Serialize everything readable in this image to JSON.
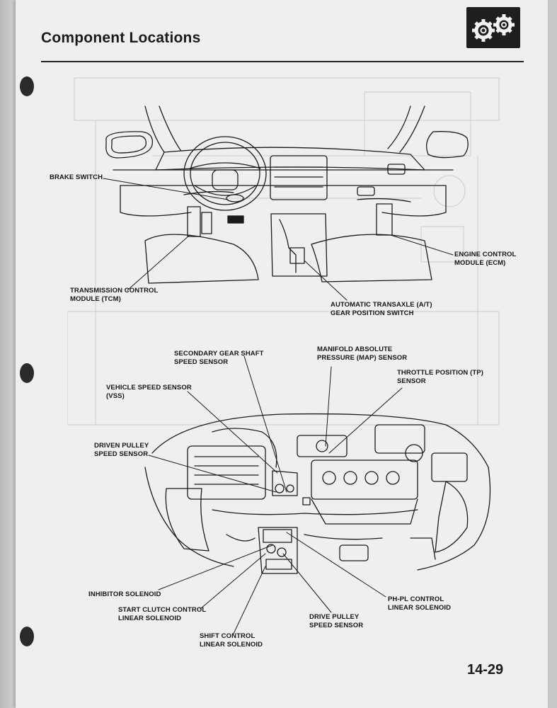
{
  "page": {
    "title": "Component Locations",
    "page_number": "14-29",
    "section_icon": "gears-icon"
  },
  "labels": {
    "brake_switch": [
      "BRAKE SWITCH"
    ],
    "tcm": [
      "TRANSMISSION CONTROL",
      "MODULE (TCM)"
    ],
    "ecm": [
      "ENGINE CONTROL",
      "MODULE (ECM)"
    ],
    "gear_position_switch": [
      "AUTOMATIC TRANSAXLE (A/T)",
      "GEAR POSITION SWITCH"
    ],
    "secondary_gear_shaft": [
      "SECONDARY GEAR SHAFT",
      "SPEED SENSOR"
    ],
    "map_sensor": [
      "MANIFOLD ABSOLUTE",
      "PRESSURE (MAP) SENSOR"
    ],
    "tp_sensor": [
      "THROTTLE POSITION (TP)",
      "SENSOR"
    ],
    "vss": [
      "VEHICLE SPEED SENSOR",
      "(VSS)"
    ],
    "driven_pulley": [
      "DRIVEN PULLEY",
      "SPEED SENSOR"
    ],
    "inhibitor_solenoid": [
      "INHIBITOR SOLENOID"
    ],
    "start_clutch": [
      "START CLUTCH CONTROL",
      "LINEAR SOLENOID"
    ],
    "shift_control": [
      "SHIFT CONTROL",
      "LINEAR SOLENOID"
    ],
    "drive_pulley": [
      "DRIVE PULLEY",
      "SPEED SENSOR"
    ],
    "ph_pl": [
      "PH-PL CONTROL",
      "LINEAR SOLENOID"
    ]
  },
  "colors": {
    "ink": "#161616",
    "paper": "#efefed"
  }
}
